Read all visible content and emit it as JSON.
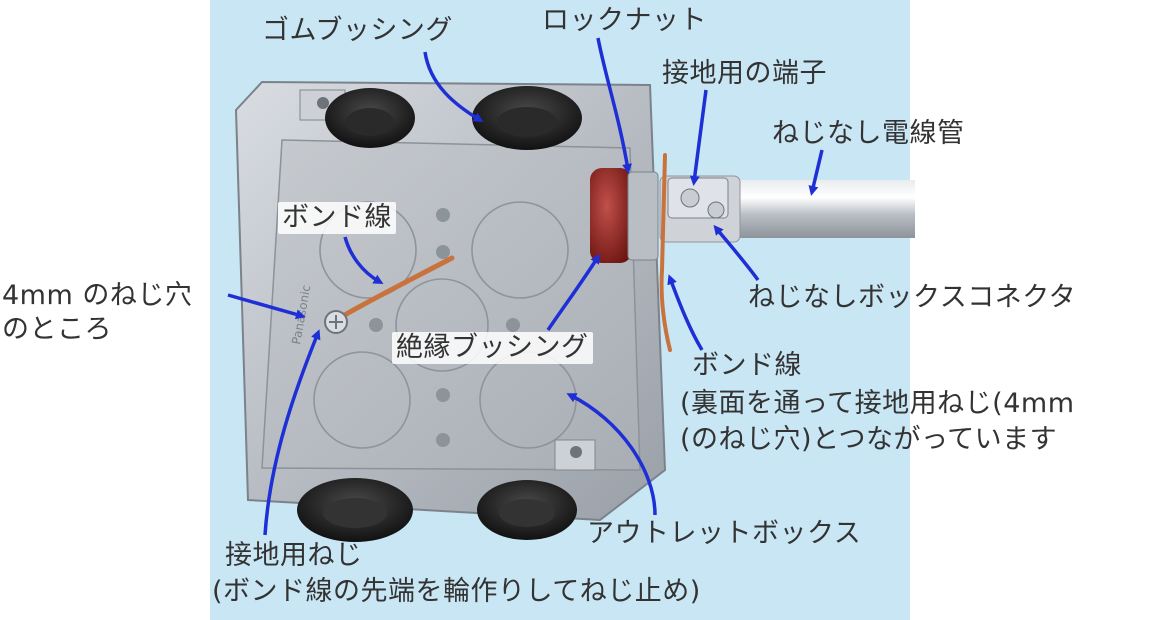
{
  "labels": {
    "rubber_bushing": "ゴムブッシング",
    "lock_nut": "ロックナット",
    "ground_terminal": "接地用の端子",
    "threadless_conduit": "ねじなし電線管",
    "bond_wire_top": "ボンド線",
    "screw_hole_line1": "4mm のねじ穴",
    "screw_hole_line2": "のところ",
    "insulating_bushing": "絶縁ブッシング",
    "threadless_connector": "ねじなしボックスコネクタ",
    "bond_wire_right_title": "ボンド線",
    "bond_wire_right_line1": "(裏面を通って接地用ねじ(4mm",
    "bond_wire_right_line2": "(のねじ穴)とつながっています",
    "outlet_box": "アウトレットボックス",
    "ground_screw_line1": "接地用ねじ",
    "ground_screw_line2": "(ボンド線の先端を輪作りしてねじ止め)"
  },
  "stamp_text": "Panasonic",
  "colors": {
    "background_panel": "#c9e6f4",
    "arrow": "#1f2fd6",
    "label_text": "#333333"
  }
}
